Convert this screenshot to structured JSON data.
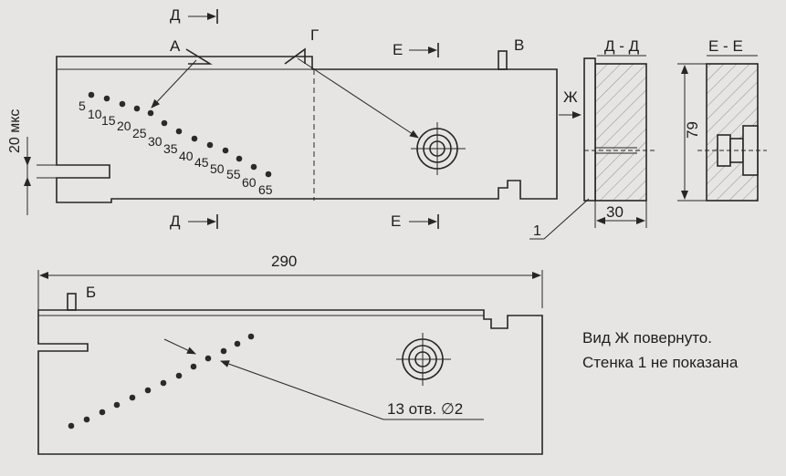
{
  "labels": {
    "section_d": "Д",
    "section_e": "Е",
    "point_a": "А",
    "point_g": "Г",
    "point_v": "В",
    "point_b": "Б",
    "view_zh": "Ж",
    "wall_1": "1",
    "section_dd": "Д - Д",
    "section_ee": "Е - Е"
  },
  "dimensions": {
    "thickness": "20 мкс",
    "length": "290",
    "width": "30",
    "height": "79",
    "holes_callout": "13 отв. ∅2"
  },
  "hole_numbers": [
    "5",
    "10",
    "15",
    "20",
    "25",
    "30",
    "35",
    "40",
    "45",
    "50",
    "55",
    "60",
    "65"
  ],
  "notes": {
    "line1": "Вид Ж повернуто.",
    "line2": "Стенка 1 не показана"
  },
  "colors": {
    "ink": "#262626",
    "paper": "#e6e5e3"
  }
}
